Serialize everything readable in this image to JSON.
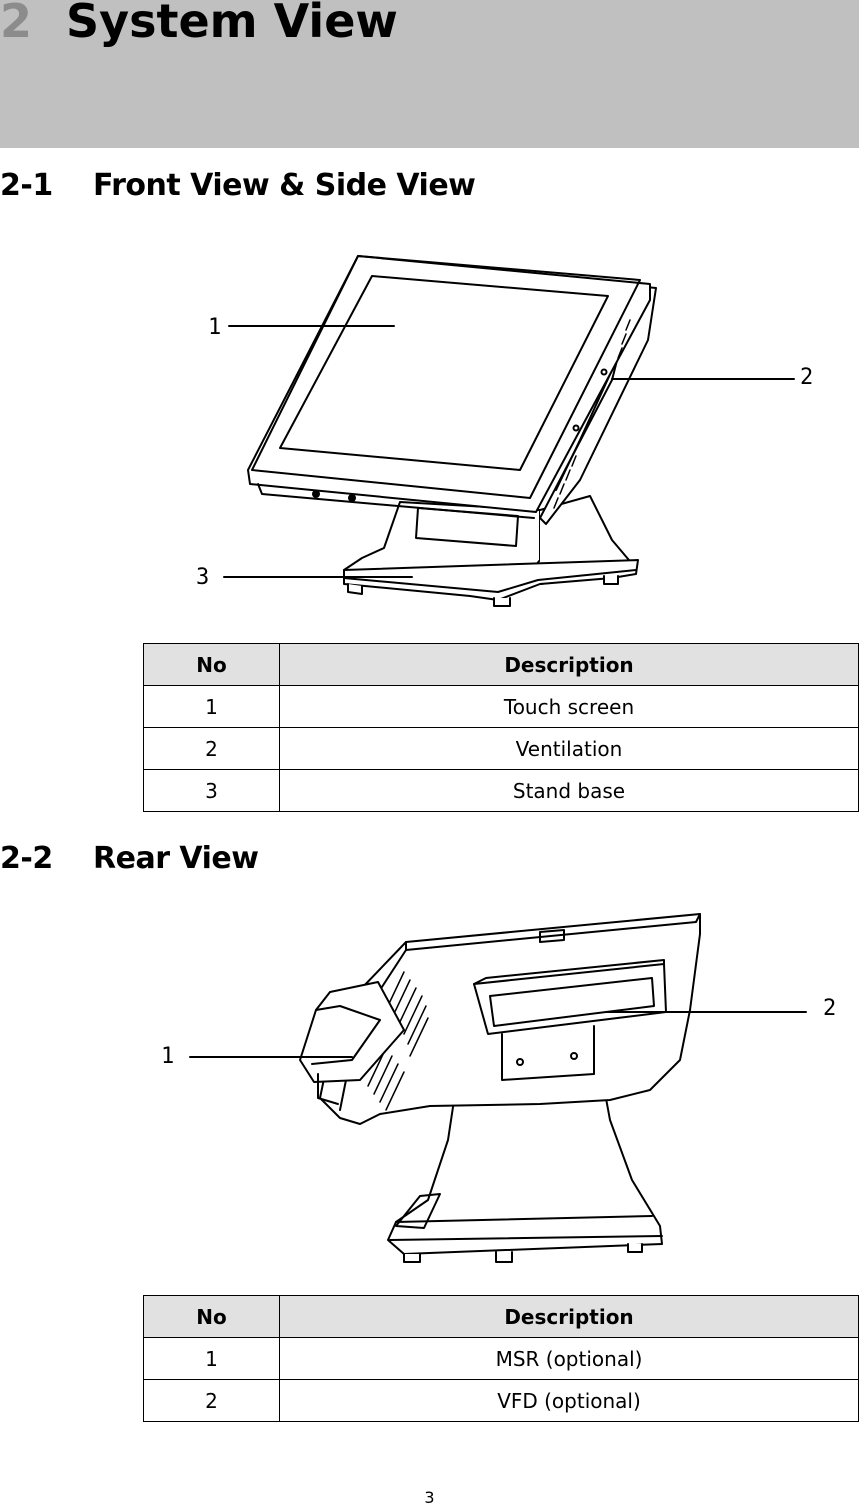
{
  "chapter": {
    "number": "2",
    "title": "System View"
  },
  "sections": [
    {
      "number": "2-1",
      "title": "Front View & Side View",
      "figure": {
        "image": "front-and-side-view-of-pos-terminal",
        "callouts": [
          "1",
          "2",
          "3"
        ]
      },
      "table": {
        "headers": [
          "No",
          "Description"
        ],
        "rows": [
          [
            "1",
            "Touch screen"
          ],
          [
            "2",
            "Ventilation"
          ],
          [
            "3",
            "Stand base"
          ]
        ]
      }
    },
    {
      "number": "2-2",
      "title": "Rear View",
      "figure": {
        "image": "rear-view-of-pos-terminal",
        "callouts": [
          "1",
          "2"
        ]
      },
      "table": {
        "headers": [
          "No",
          "Description"
        ],
        "rows": [
          [
            "1",
            "MSR (optional)"
          ],
          [
            "2",
            "VFD (optional)"
          ]
        ]
      }
    }
  ],
  "page_number": "3"
}
